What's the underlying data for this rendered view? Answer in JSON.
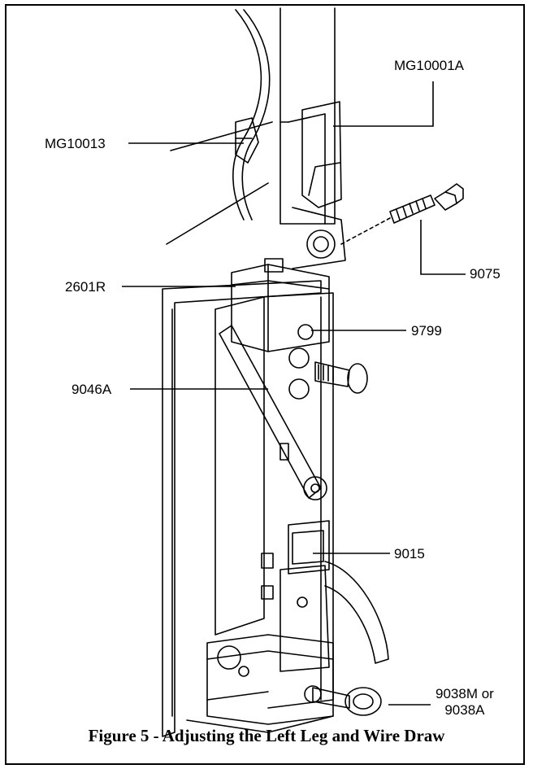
{
  "figure": {
    "caption": "Figure 5 - Adjusting the Left Leg and Wire Draw"
  },
  "callouts": [
    {
      "id": "mg10001a",
      "label": "MG10001A"
    },
    {
      "id": "mg10013",
      "label": "MG10013"
    },
    {
      "id": "p9075",
      "label": "9075"
    },
    {
      "id": "p2601r",
      "label": "2601R"
    },
    {
      "id": "p9799",
      "label": "9799"
    },
    {
      "id": "p9046a",
      "label": "9046A"
    },
    {
      "id": "p9015",
      "label": "9015"
    },
    {
      "id": "p9038",
      "line1": "9038M or",
      "line2": "9038A"
    }
  ]
}
